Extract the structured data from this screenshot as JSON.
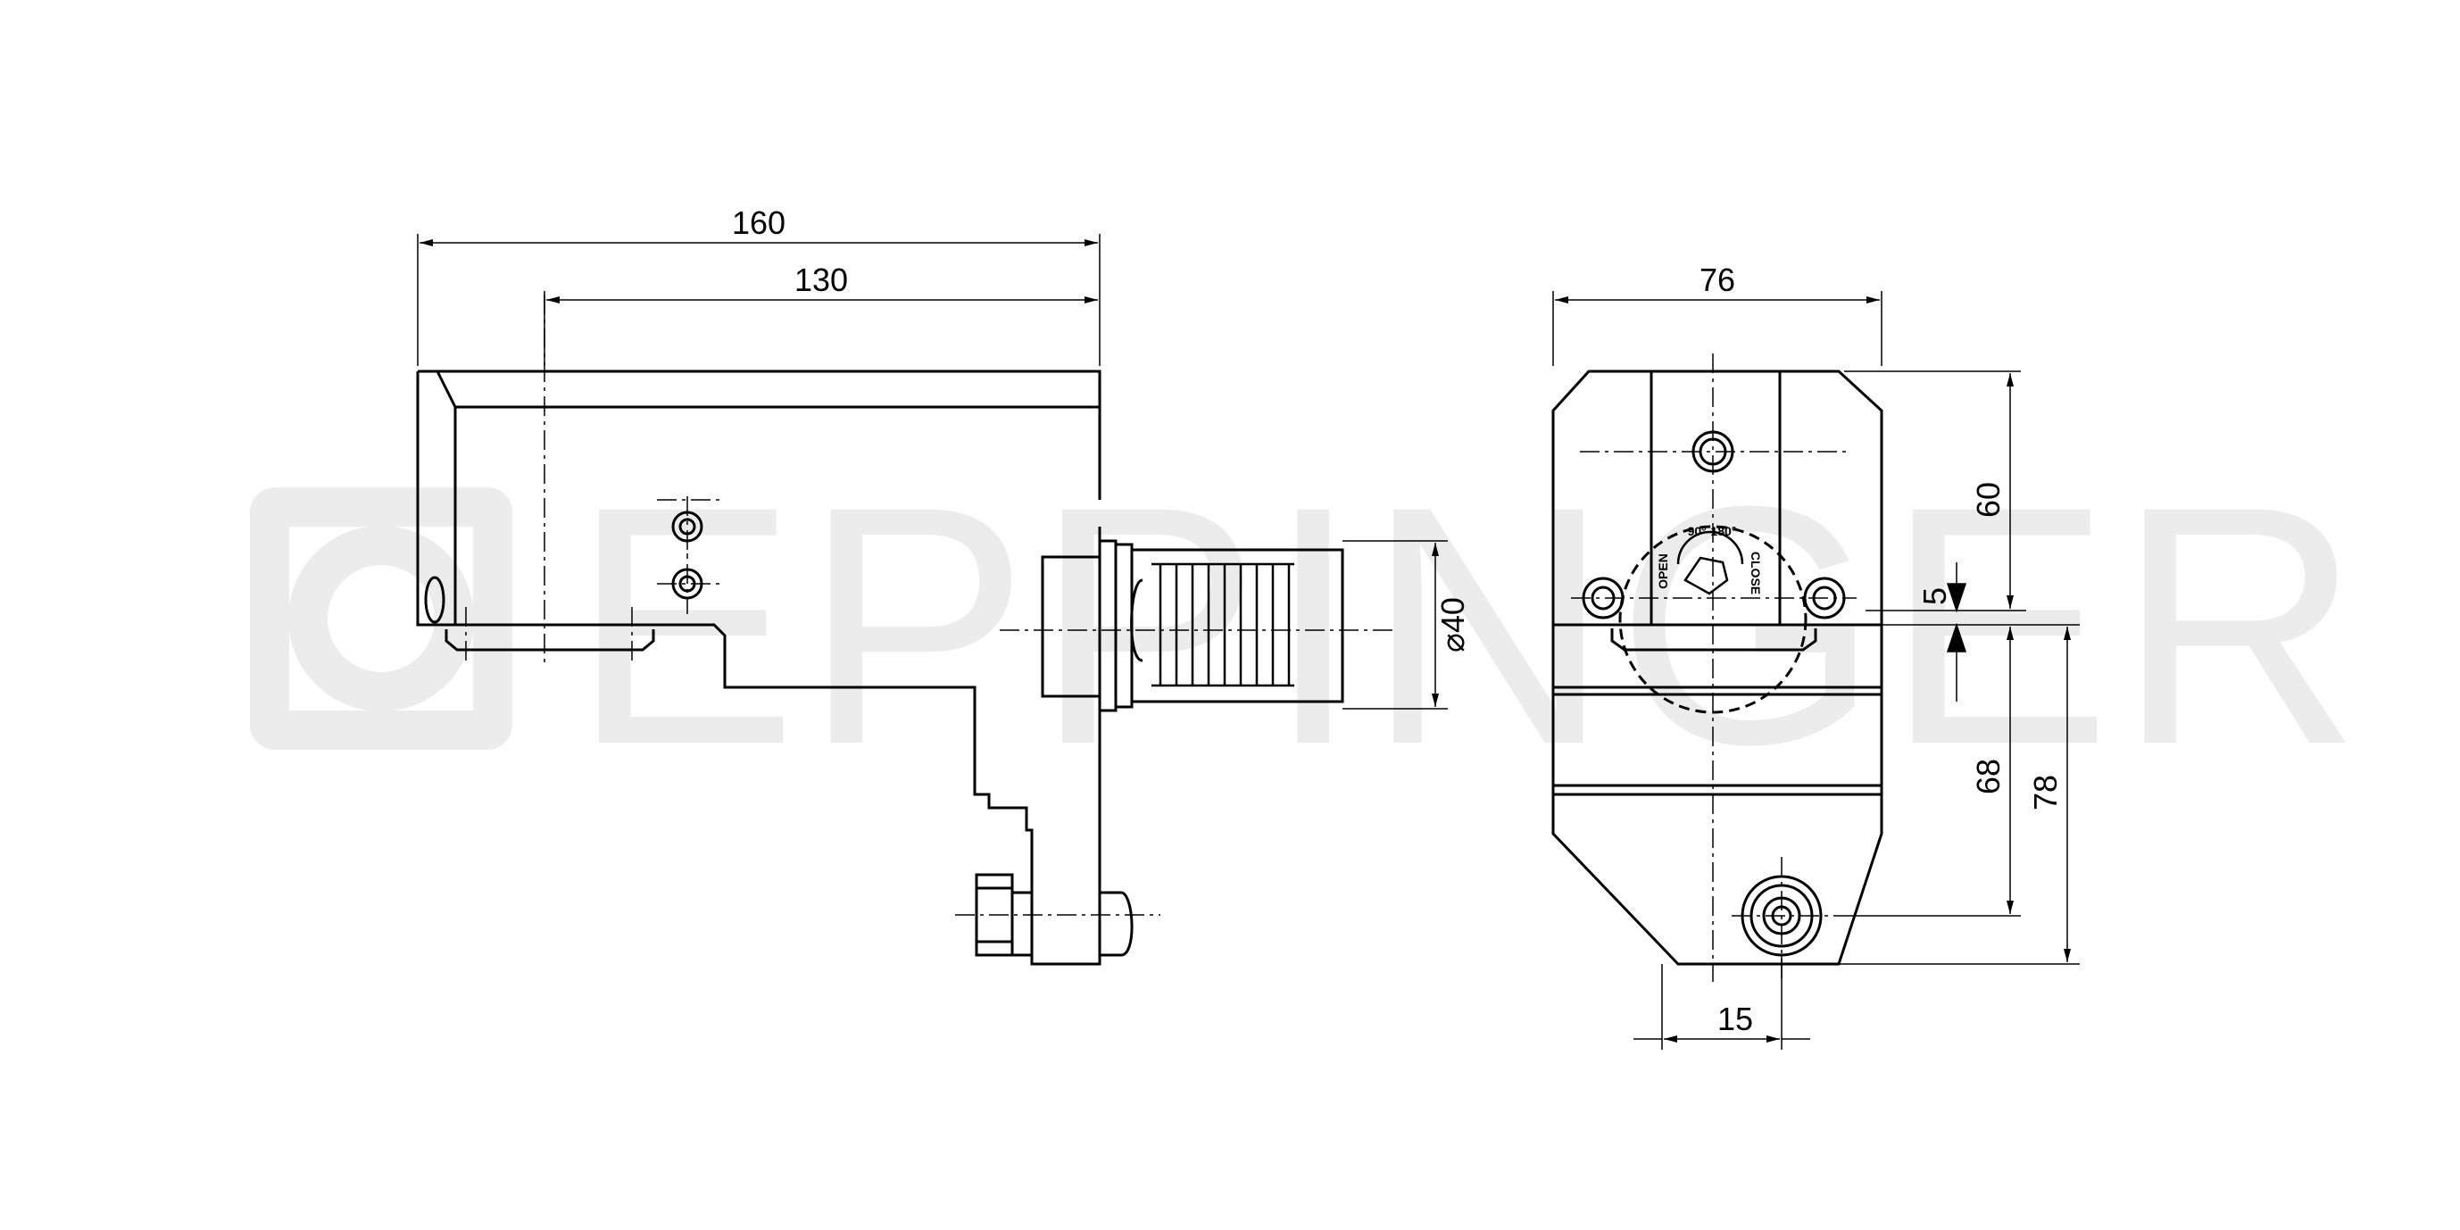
{
  "watermark": {
    "text": "EPPINGER"
  },
  "side_view": {
    "dimensions": {
      "overall_length": "160",
      "axis_distance": "130",
      "shank_diameter": "⌀40"
    }
  },
  "front_view": {
    "dimensions": {
      "width": "76",
      "height_upper": "60",
      "offset": "5",
      "height_lower": "68",
      "height_total": "78",
      "bolt_offset": "15"
    },
    "dial": {
      "open_label": "OPEN",
      "close_label": "CLOSE",
      "top_label": "90°-180°"
    }
  },
  "colors": {
    "line": "#000000",
    "watermark": "#ececec"
  }
}
